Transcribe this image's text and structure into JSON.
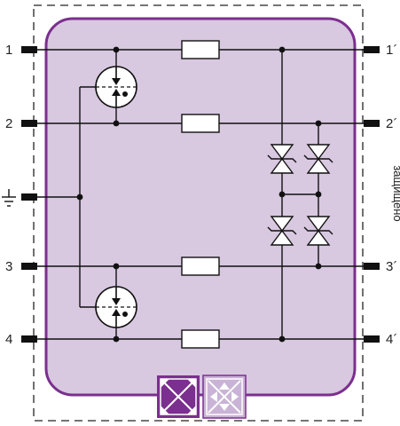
{
  "terminals": {
    "left": [
      "1",
      "2",
      "3",
      "4"
    ],
    "right": [
      "1´",
      "2´",
      "3´",
      "4´"
    ]
  },
  "labels": {
    "protected_side": "защищено"
  },
  "icons": {
    "ground": "ground-icon",
    "gas_discharge_tube": "gas-discharge-tube-icon",
    "resistor": "resistor-icon",
    "tvs_diode": "tvs-diode-icon",
    "status_indicator": "status-indicator-icon"
  },
  "colors": {
    "module_fill": "#d8c8e0",
    "module_border": "#7b2f8e",
    "indicator_dark": "#7b2f8e",
    "indicator_light": "#c9b3d6",
    "wire": "#111111"
  }
}
